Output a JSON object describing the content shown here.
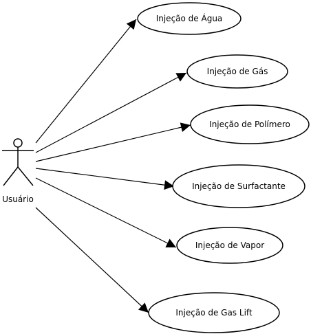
{
  "actor": {
    "name": "Usuário"
  },
  "use_cases": [
    {
      "id": "agua",
      "label": "Injeção de Água"
    },
    {
      "id": "gas",
      "label": "Injeção de Gás"
    },
    {
      "id": "polimero",
      "label": "Injeção de Polímero"
    },
    {
      "id": "surfactante",
      "label": "Injeção de Surfactante"
    },
    {
      "id": "vapor",
      "label": "Injeção de Vapor"
    },
    {
      "id": "gas-lift",
      "label": "Injeção de Gas Lift"
    }
  ],
  "colors": {
    "stroke": "#000000",
    "fill": "#ffffff",
    "text": "#000000"
  }
}
